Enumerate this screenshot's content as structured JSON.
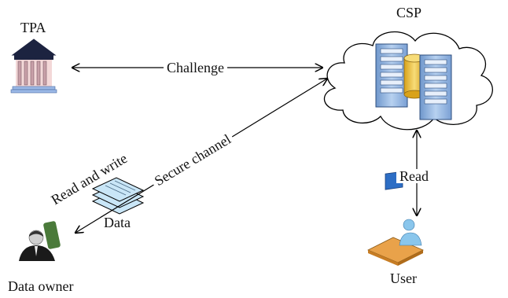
{
  "nodes": {
    "tpa": "TPA",
    "csp": "CSP",
    "data": "Data",
    "data_owner": "Data owner",
    "user": "User"
  },
  "edges": {
    "challenge": "Challenge",
    "secure_channel": "Secure channel",
    "read_and_write": "Read and write",
    "read": "Read"
  },
  "icons": {
    "tpa": "institution-building-icon",
    "csp": "server-cloud-icon",
    "data": "document-stack-icon",
    "data_owner": "person-icon",
    "user": "user-at-computer-icon"
  },
  "colors": {
    "server_blue": "#8fb4e0",
    "cylinder_gold": "#f2c545",
    "doc_blue": "#c9e6f7",
    "arrow": "#000000"
  }
}
